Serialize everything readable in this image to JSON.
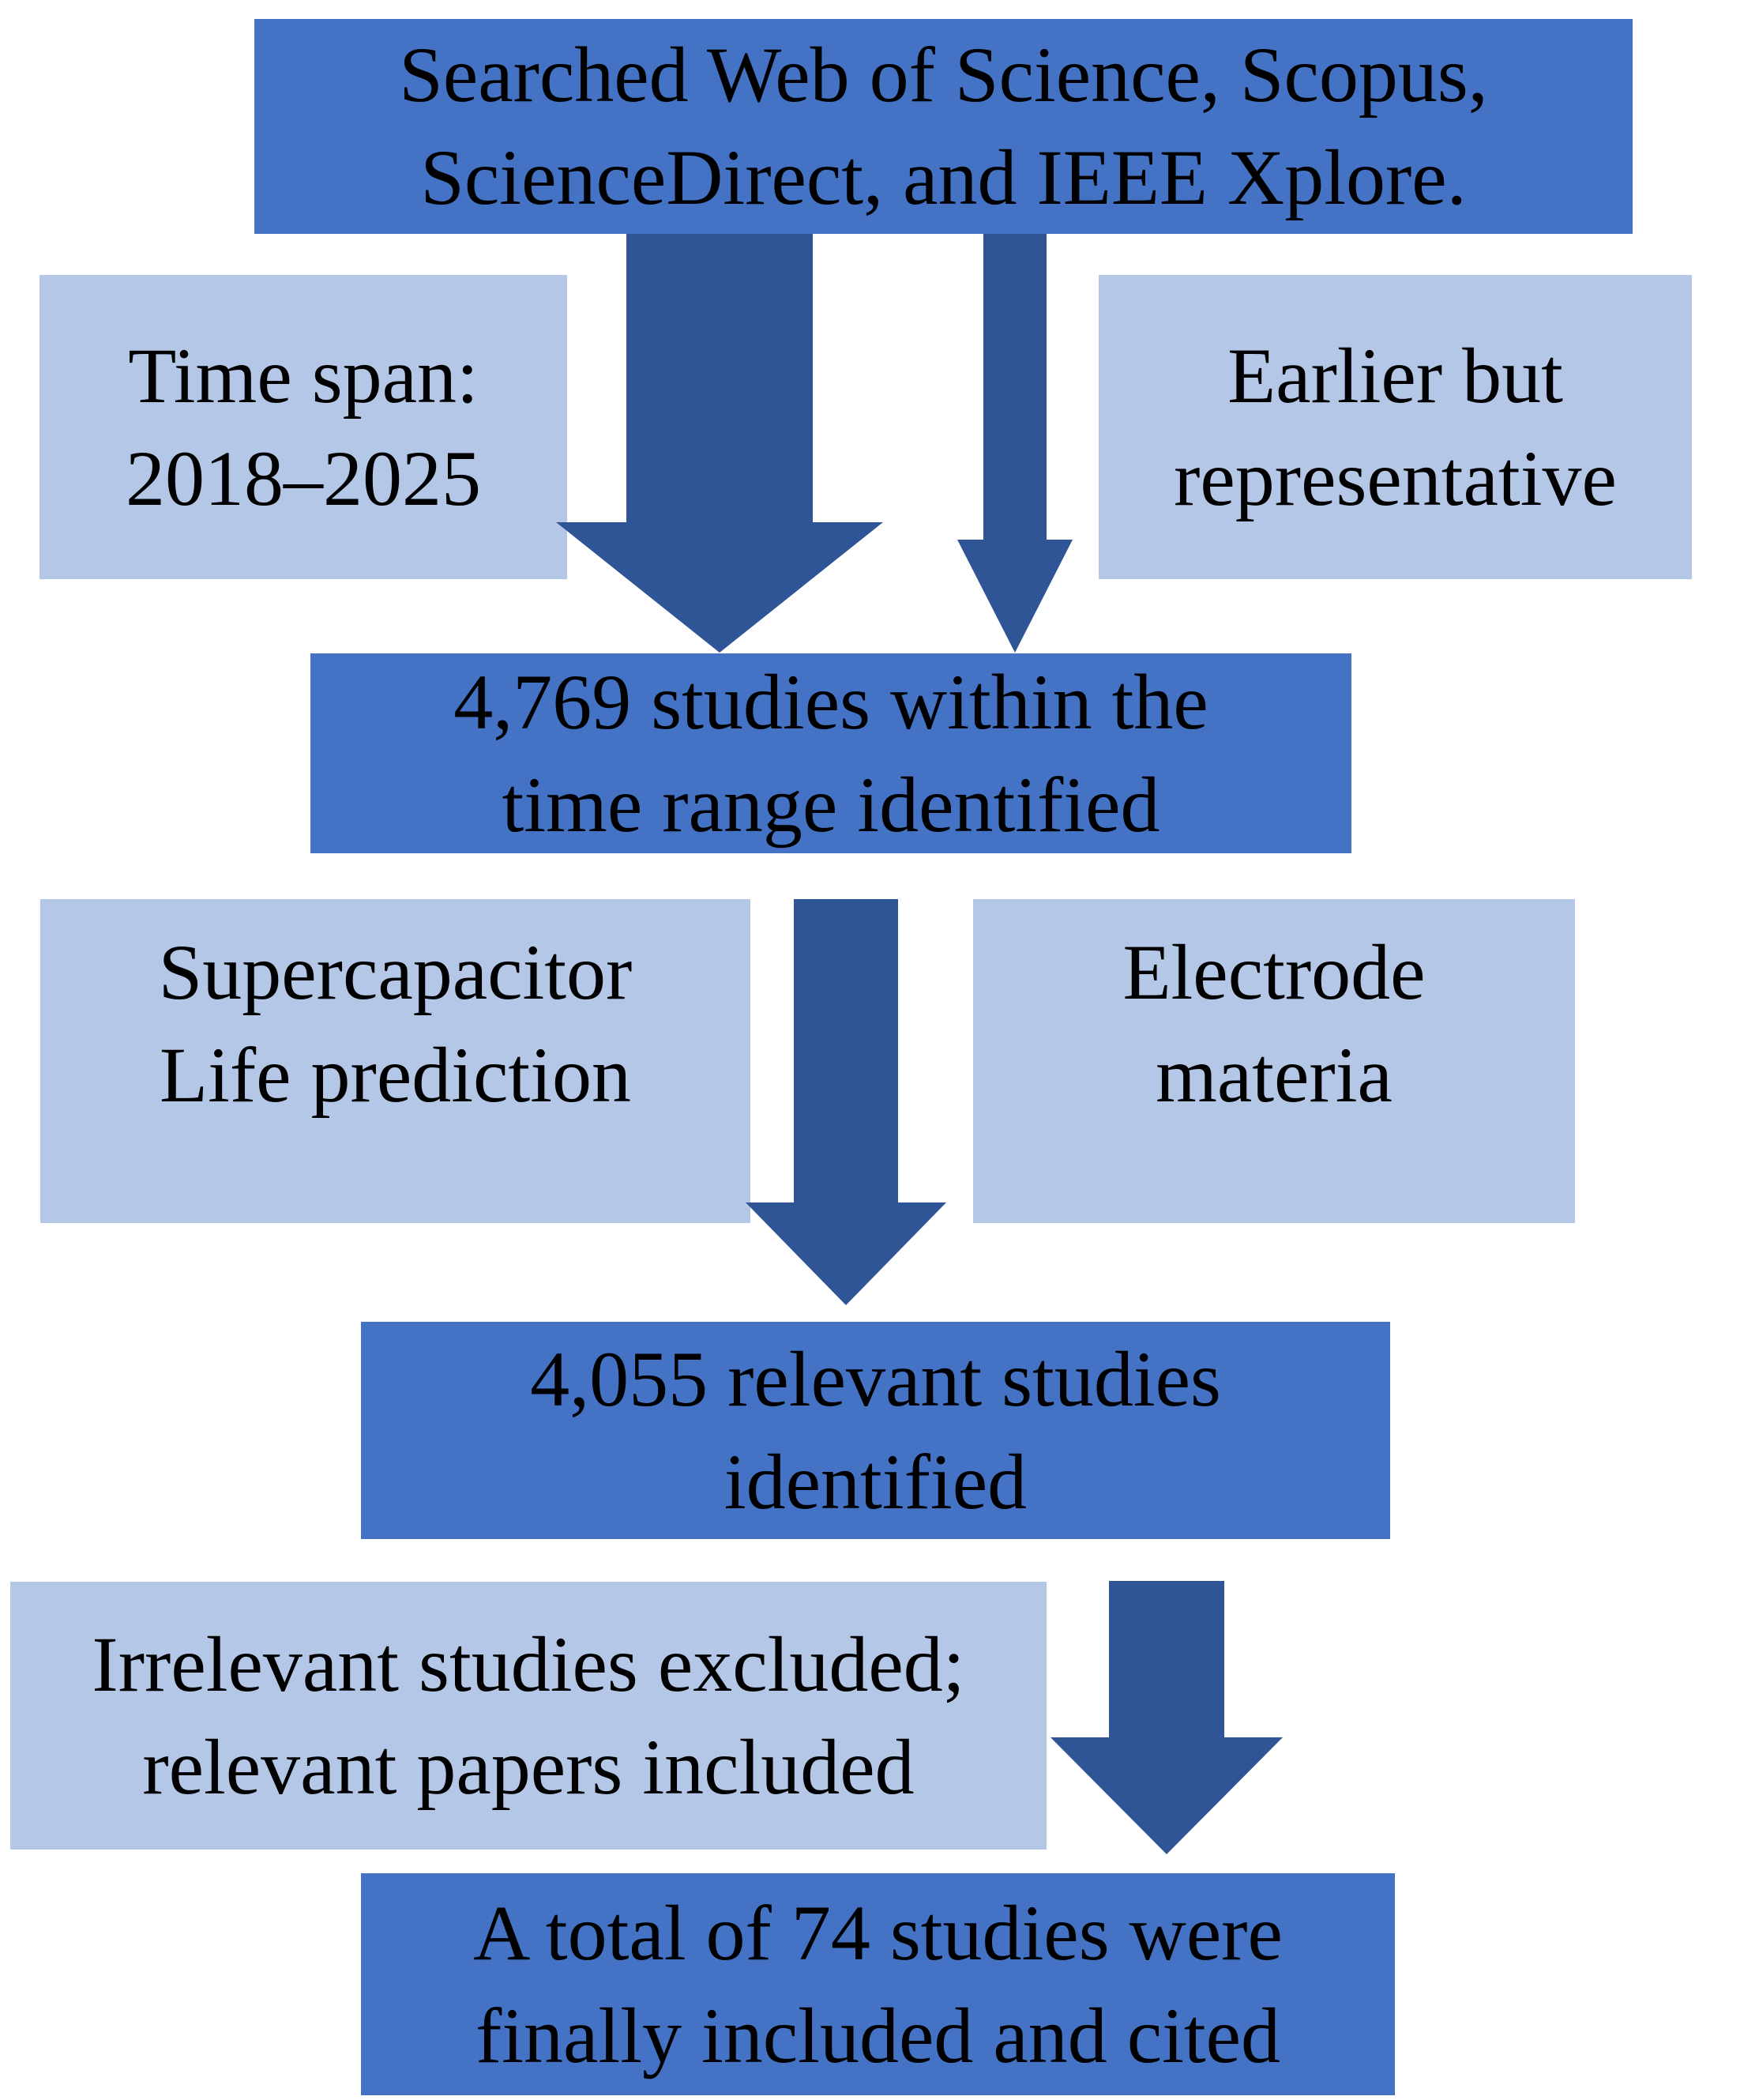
{
  "figure": {
    "kind": "literature-search-flow-diagram"
  },
  "colors": {
    "dark_box": "#4472C4",
    "light_box": "#B4C7E7",
    "arrow": "#2F5597",
    "text": "#000000",
    "background": "#FFFFFF"
  },
  "boxes": {
    "search_sources": {
      "line1": "Searched Web of Science, Scopus,",
      "line2": "ScienceDirect, and IEEE Xplore."
    },
    "time_span": {
      "line1": "Time span:",
      "line2": "2018–2025"
    },
    "earlier_representative": {
      "line1": "Earlier but",
      "line2": "representative"
    },
    "studies_in_range": {
      "line1": "4,769 studies within the",
      "line2": "time range identified"
    },
    "supercapacitor_life": {
      "line1": "Supercapacitor",
      "line2": "Life prediction"
    },
    "electrode_material": {
      "line1": "Electrode",
      "line2": "materia"
    },
    "relevant_studies": {
      "line1": "4,055 relevant studies",
      "line2": "identified"
    },
    "excluded_included": {
      "line1": "Irrelevant studies excluded;",
      "line2": "relevant papers included"
    },
    "final_included": {
      "line1": "A total of 74 studies were",
      "line2": "finally included and cited"
    }
  },
  "arrows": [
    {
      "name": "search-to-identified",
      "direction": "down",
      "style": "wide-block"
    },
    {
      "name": "earlier-to-identified",
      "direction": "down",
      "style": "thin-block"
    },
    {
      "name": "identified-to-relevant",
      "direction": "down",
      "style": "block"
    },
    {
      "name": "relevant-to-final",
      "direction": "down",
      "style": "block"
    }
  ]
}
